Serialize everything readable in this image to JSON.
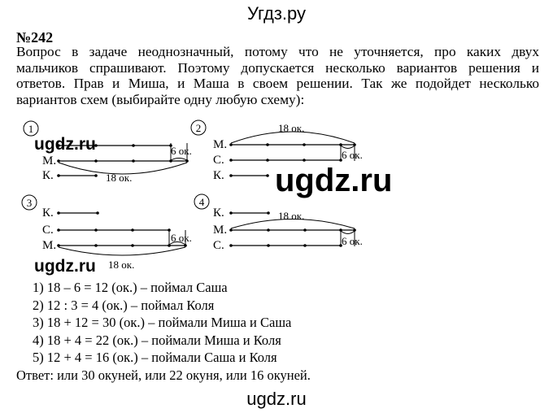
{
  "header": {
    "site_title": "Угдз.ру"
  },
  "task": {
    "number": "№242",
    "paragraph_lines": [
      "Вопрос в задаче неоднозначный, потому что не уточняется, про каких двух",
      "мальчиков спрашивают. Поэтому допускается несколько вариантов решения и",
      "ответов. Прав и Миша, и Маша в своем решении. Так же подойдет несколько",
      "вариантов схем (выбирайте одну любую схему):"
    ]
  },
  "schemes": [
    {
      "number": "1",
      "rows": [
        "",
        "М.",
        "К."
      ],
      "labels": [
        "6 ок.",
        "18 ок."
      ]
    },
    {
      "number": "2",
      "rows": [
        "М.",
        "С.",
        "К."
      ],
      "labels": [
        "18 ок.",
        "6 ок."
      ]
    },
    {
      "number": "3",
      "rows": [
        "К.",
        "С.",
        "М."
      ],
      "labels": [
        "6 ок.",
        "18 ок."
      ]
    },
    {
      "number": "4",
      "rows": [
        "К.",
        "М.",
        "С."
      ],
      "labels": [
        "18 ок.",
        "6 ок."
      ]
    }
  ],
  "solutions": [
    "1) 18 – 6 = 12 (ок.) – поймал Саша",
    "2) 12 : 3 = 4 (ок.) – поймал Коля",
    "3) 18 + 12  = 30 (ок.) – поймали Миша и Саша",
    "4) 18 + 4 = 22 (ок.) – поймали Миша и Коля",
    "5) 12 + 4 = 16 (ок.) – поймали Саша и Коля"
  ],
  "answer": "Ответ: или 30 окуней, или 22 окуня, или 16 окуней.",
  "watermarks": {
    "small_1": "ugdz.ru",
    "big": "ugdz.ru",
    "small_2": "ugdz.ru",
    "footer": "ugdz.ru"
  }
}
